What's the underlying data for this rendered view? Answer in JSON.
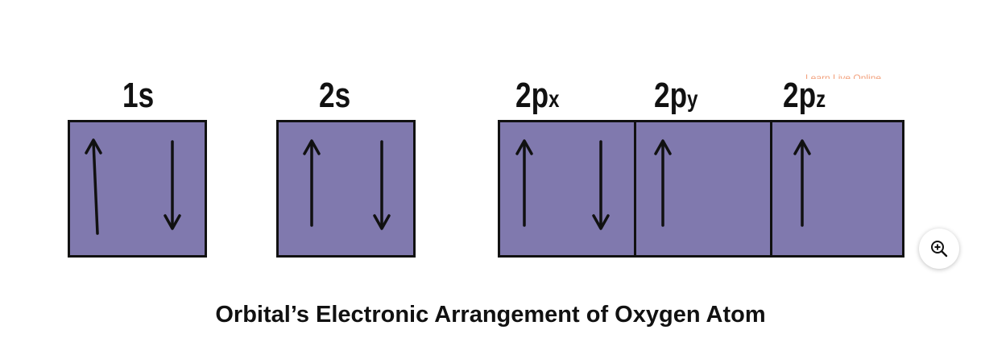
{
  "diagram": {
    "orbitals": [
      {
        "label": "1s",
        "sub": "",
        "electrons": [
          "up",
          "down"
        ]
      },
      {
        "label": "2s",
        "sub": "",
        "electrons": [
          "up",
          "down"
        ]
      },
      {
        "label": "2p",
        "sub": "x",
        "electrons": [
          "up",
          "down"
        ]
      },
      {
        "label": "2p",
        "sub": "y",
        "electrons": [
          "up"
        ]
      },
      {
        "label": "2p",
        "sub": "z",
        "electrons": [
          "up"
        ]
      }
    ],
    "colors": {
      "box_fill": "#8079ae",
      "stroke": "#111111",
      "watermark": "#f08a5d"
    }
  },
  "watermark": "Learn Live Online",
  "zoom_button": {
    "icon": "zoom-in-icon"
  },
  "caption": "Orbital’s Electronic Arrangement of Oxygen Atom"
}
